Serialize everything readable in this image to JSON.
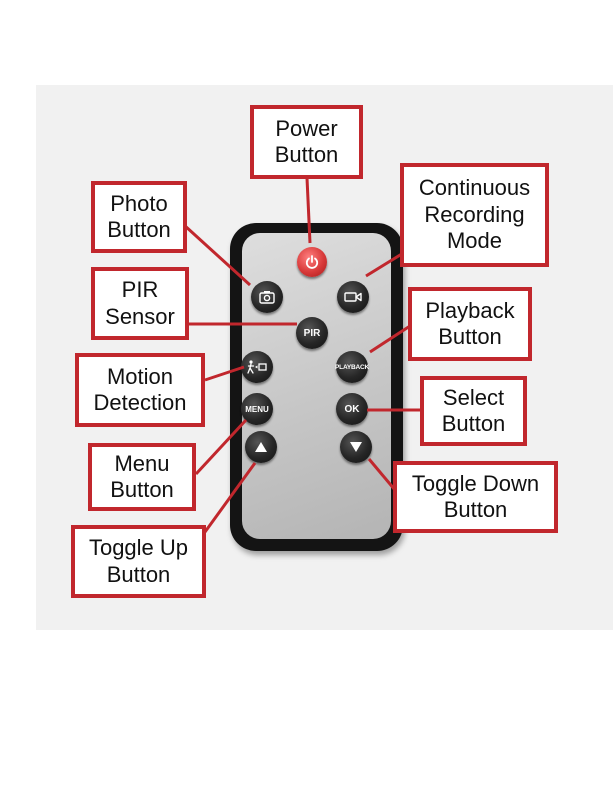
{
  "remote": {
    "buttons": {
      "power_icon": "power-icon",
      "photo_icon": "camera-icon",
      "record_icon": "video-camera-icon",
      "pir_label": "PIR",
      "motion_icon": "person-motion-icon",
      "playback_label": "PLAYBACK",
      "menu_label": "MENU",
      "ok_label": "OK",
      "up_icon": "triangle-up-icon",
      "down_icon": "triangle-down-icon"
    },
    "colors": {
      "power": "#d83a3a",
      "buttons": "#262626",
      "body": "#141414",
      "face": "#cfcfcf"
    }
  },
  "callouts": {
    "power": "Power\nButton",
    "photo": "Photo\nButton",
    "continuous": "Continuous\nRecording\nMode",
    "pir": "PIR\nSensor",
    "playback": "Playback\nButton",
    "motion": "Motion\nDetection",
    "select": "Select\nButton",
    "menu": "Menu\nButton",
    "toggle_down": "Toggle Down\nButton",
    "toggle_up": "Toggle Up\nButton"
  },
  "colors": {
    "callout_border": "#c1272d",
    "leader": "#c1272d"
  }
}
